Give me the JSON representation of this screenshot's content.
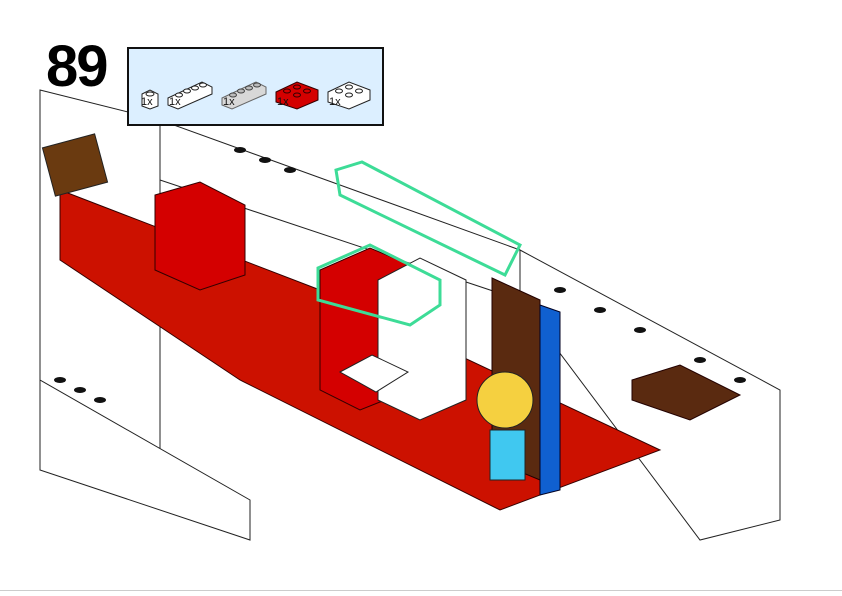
{
  "step": {
    "number": "89"
  },
  "parts": [
    {
      "name": "white-1x1-brick",
      "qty": "1x",
      "color": "#ffffff"
    },
    {
      "name": "white-1x4-brick",
      "qty": "1x",
      "color": "#ffffff"
    },
    {
      "name": "trans-clear-1x4-brick",
      "qty": "1x",
      "color": "#d8d8d8"
    },
    {
      "name": "red-2x3-brick",
      "qty": "1x",
      "color": "#d40000"
    },
    {
      "name": "white-2x3-brick",
      "qty": "1x",
      "color": "#ffffff"
    }
  ],
  "colors": {
    "red": "#cc1100",
    "brown": "#5a2a10",
    "white": "#ffffff",
    "highlight": "#3ddc97",
    "blue": "#1060d0",
    "panel": "#dcefff"
  }
}
